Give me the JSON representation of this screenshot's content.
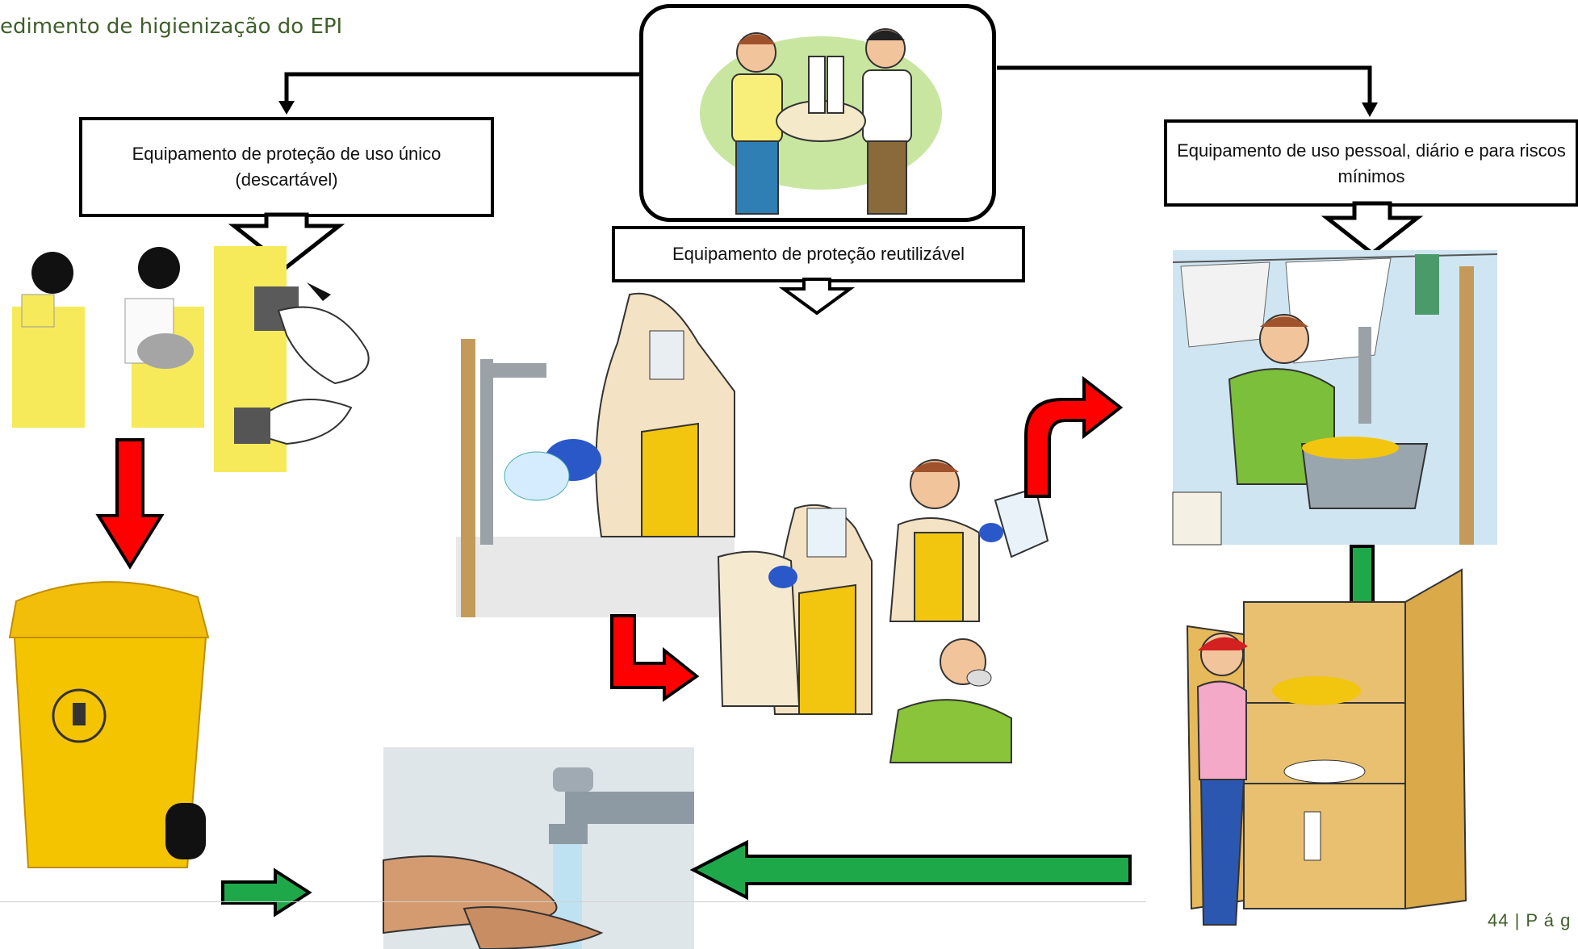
{
  "header": {
    "title": "edimento de higienização do EPI"
  },
  "boxes": {
    "single_use": "Equipamento de proteção de uso único (descartável)",
    "reusable": "Equipamento de proteção reutilizável",
    "personal": "Equipamento de uso pessoal, diário e para riscos mínimos"
  },
  "footer": {
    "page_text": "44 | P á g"
  },
  "colors": {
    "red_arrow": "#ff0000",
    "green_arrow": "#1fa84a",
    "outline": "#000000",
    "header_text": "#3f5f2a",
    "bin_yellow": "#f5c400"
  },
  "icons": [
    "delivery-illustration",
    "gown-removal-illustration",
    "glove-removal-illustration",
    "waste-bin-illustration",
    "washing-gloves-illustration",
    "drying-illustration",
    "face-shield-cleaning-illustration",
    "mask-removal-illustration",
    "laundry-illustration",
    "storage-cabinet-illustration",
    "hand-washing-illustration",
    "recycle-symbol-icon"
  ]
}
